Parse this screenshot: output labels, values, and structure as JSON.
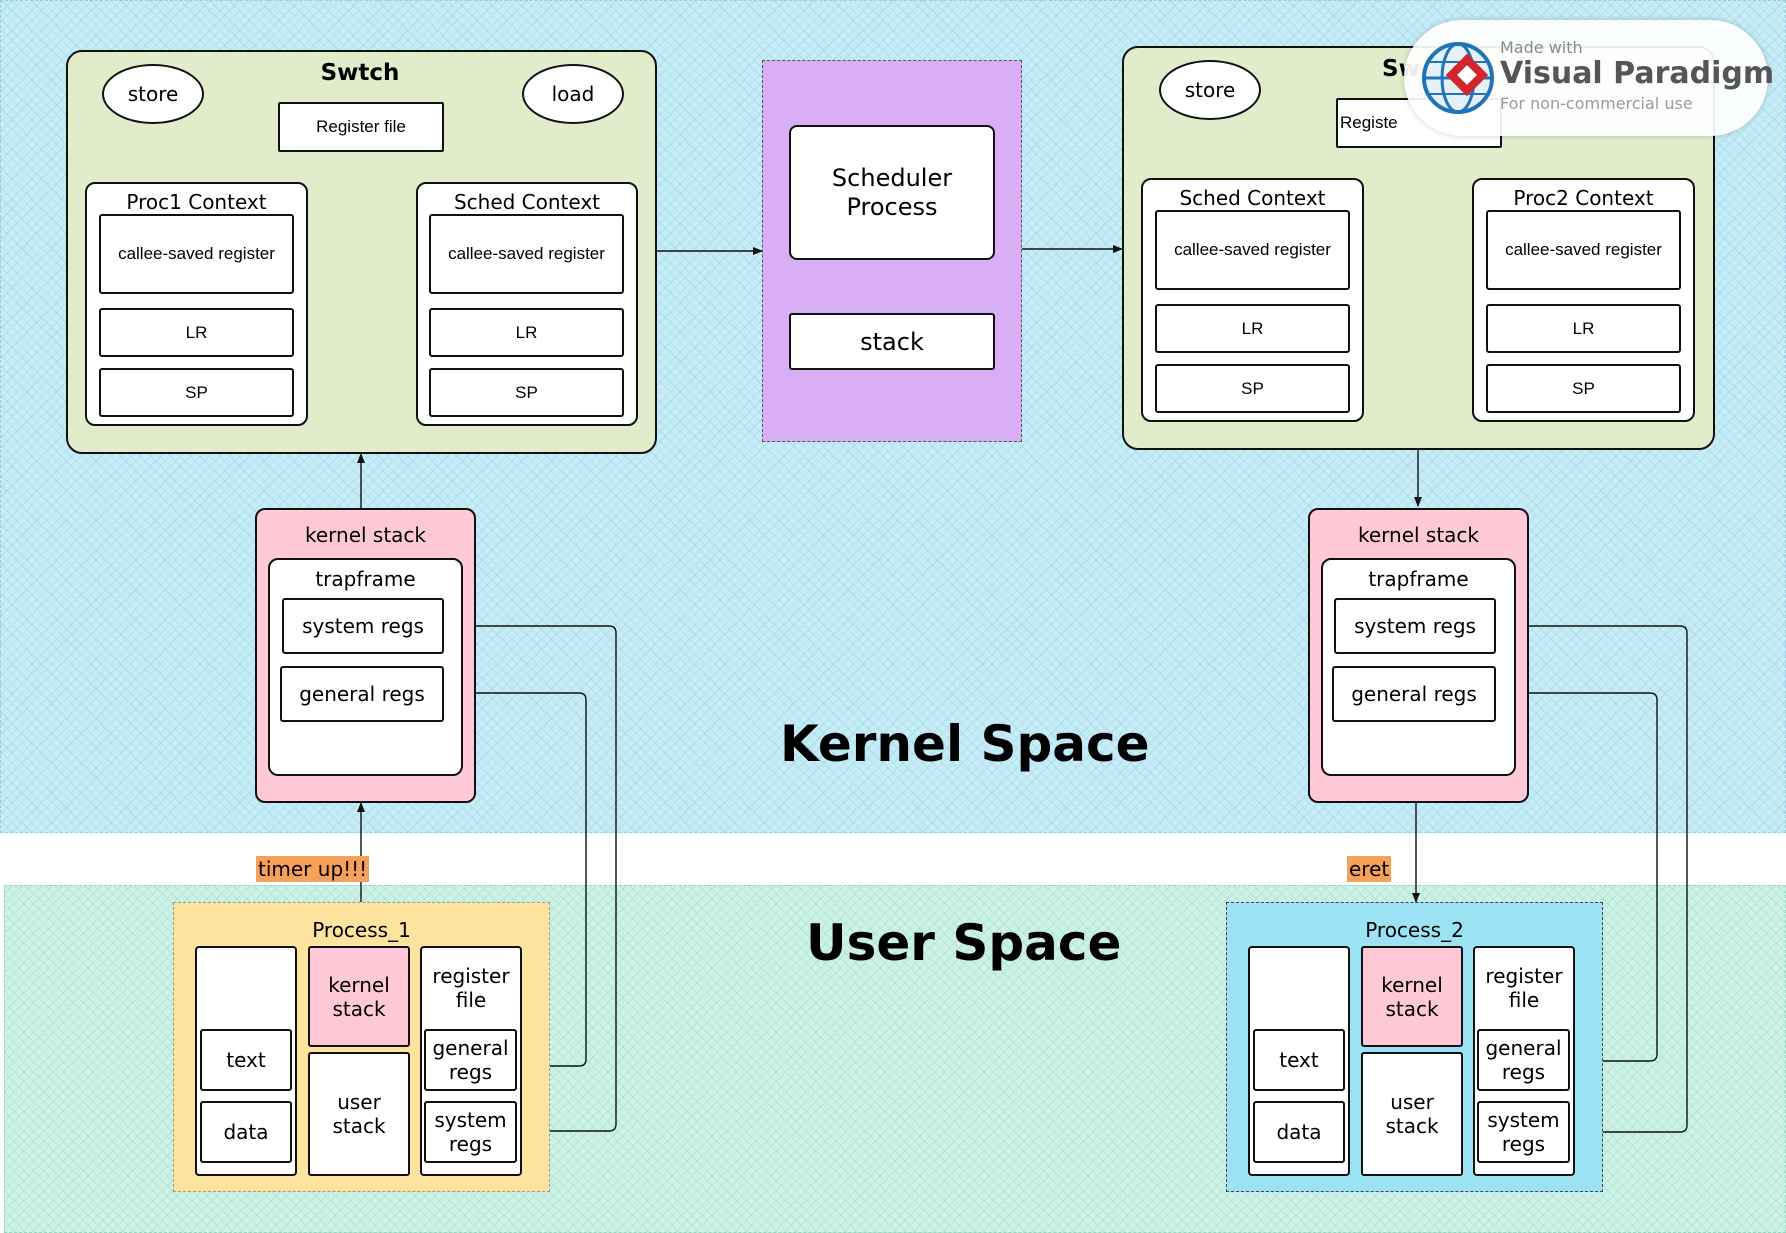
{
  "regions": {
    "kernel": "Kernel Space",
    "user": "User Space"
  },
  "left_switch": {
    "title": "Swtch",
    "store": "store",
    "load": "load",
    "register_file": "Register file",
    "proc1_context": {
      "title": "Proc1 Context",
      "callee": "callee-saved register",
      "lr": "LR",
      "sp": "SP"
    },
    "sched_context": {
      "title": "Sched Context",
      "callee": "callee-saved register",
      "lr": "LR",
      "sp": "SP"
    }
  },
  "scheduler": {
    "label": "Scheduler Process",
    "stack": "stack"
  },
  "right_switch": {
    "title": "Sw",
    "store": "store",
    "register_file": "Registe",
    "sched_context": {
      "title": "Sched Context",
      "callee": "callee-saved register",
      "lr": "LR",
      "sp": "SP"
    },
    "proc2_context": {
      "title": "Proc2 Context",
      "callee": "callee-saved register",
      "lr": "LR",
      "sp": "SP"
    }
  },
  "kernel_stack_left": {
    "title": "kernel stack",
    "trapframe": "trapframe",
    "system_regs": "system regs",
    "general_regs": "general regs"
  },
  "kernel_stack_right": {
    "title": "kernel stack",
    "trapframe": "trapframe",
    "system_regs": "system regs",
    "general_regs": "general regs"
  },
  "labels": {
    "timer": "timer up!!!",
    "eret": "eret"
  },
  "process1": {
    "title": "Process_1",
    "text": "text",
    "data": "data",
    "kernel_stack": "kernel stack",
    "user_stack": "user stack",
    "register_file": "register file",
    "general_regs": "general regs",
    "system_regs": "system regs"
  },
  "process2": {
    "title": "Process_2",
    "text": "text",
    "data": "data",
    "kernel_stack": "kernel stack",
    "user_stack": "user stack",
    "register_file": "register file",
    "general_regs": "general regs",
    "system_regs": "system regs"
  },
  "watermark": {
    "line1": "Made with",
    "line2": "Visual Paradigm",
    "line3": "For non-commercial use"
  },
  "colors": {
    "kernel_bg": "#c6ecf6",
    "user_bg": "#cdf1e6",
    "switch_bg": "#e0ecca",
    "scheduler_bg": "#d8aef5",
    "pink": "#ffc8d6",
    "process1_bg": "#fde39e",
    "process2_bg": "#9be2f5",
    "label_bg": "#f6a15a",
    "brand_red": "#d3262c",
    "brand_blue": "#1f73b7"
  }
}
